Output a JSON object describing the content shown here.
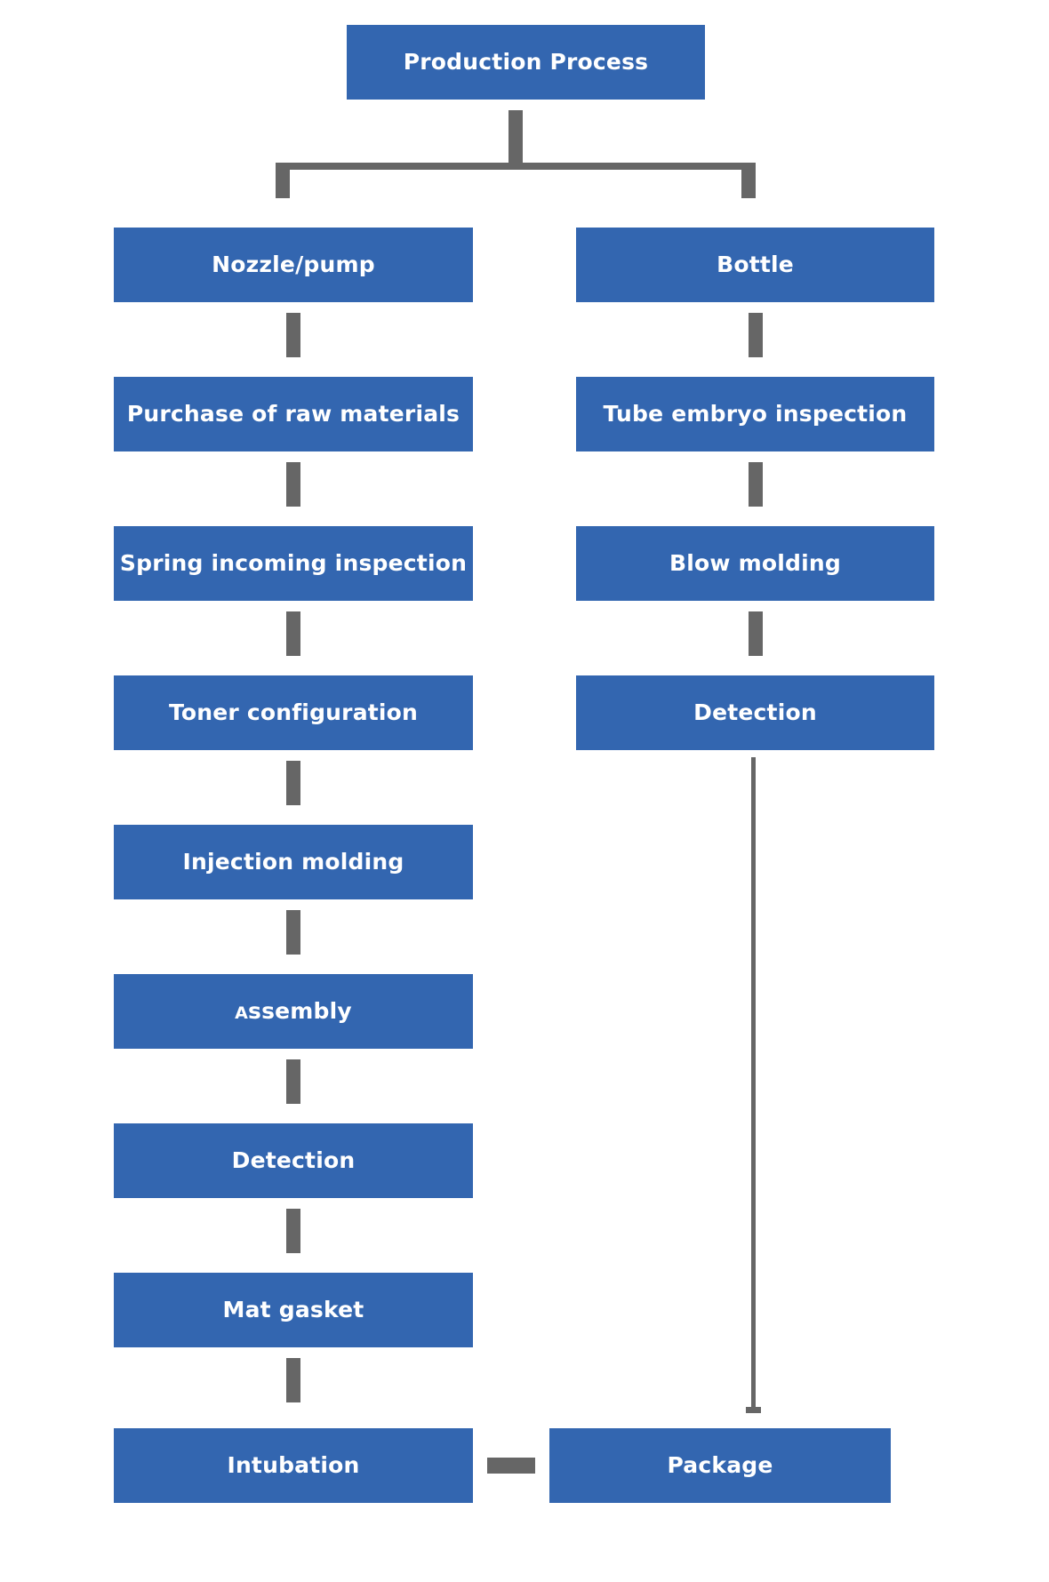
{
  "diagram": {
    "title": "Production Process",
    "colors": {
      "node_fill": "#3366b0",
      "node_text": "#ffffff",
      "connector": "#666666",
      "background": "#ffffff"
    },
    "root": {
      "label": "Production Process"
    },
    "branches": [
      {
        "name": "nozzle-pump-branch",
        "head": "Nozzle/pump",
        "steps": [
          "Purchase of raw materials",
          "Spring incoming inspection",
          "Toner configuration",
          "Injection molding",
          "Assembly",
          "Detection",
          "Mat gasket",
          "Intubation"
        ]
      },
      {
        "name": "bottle-branch",
        "head": "Bottle",
        "steps": [
          "Tube embryo inspection",
          "Blow molding",
          "Detection"
        ]
      }
    ],
    "terminal": {
      "label": "Package"
    },
    "nodes": {
      "root": "Production Process",
      "nozzle_pump": "Nozzle/pump",
      "bottle": "Bottle",
      "purchase_raw_materials": "Purchase of raw materials",
      "tube_embryo_inspection": "Tube embryo inspection",
      "spring_incoming_inspection": "Spring incoming inspection",
      "blow_molding": "Blow molding",
      "toner_configuration": "Toner configuration",
      "detection_right": "Detection",
      "injection_molding": "Injection molding",
      "assembly_first": "A",
      "assembly_rest": "ssembly",
      "detection_left": "Detection",
      "mat_gasket": "Mat gasket",
      "intubation": "Intubation",
      "package": "Package"
    }
  }
}
